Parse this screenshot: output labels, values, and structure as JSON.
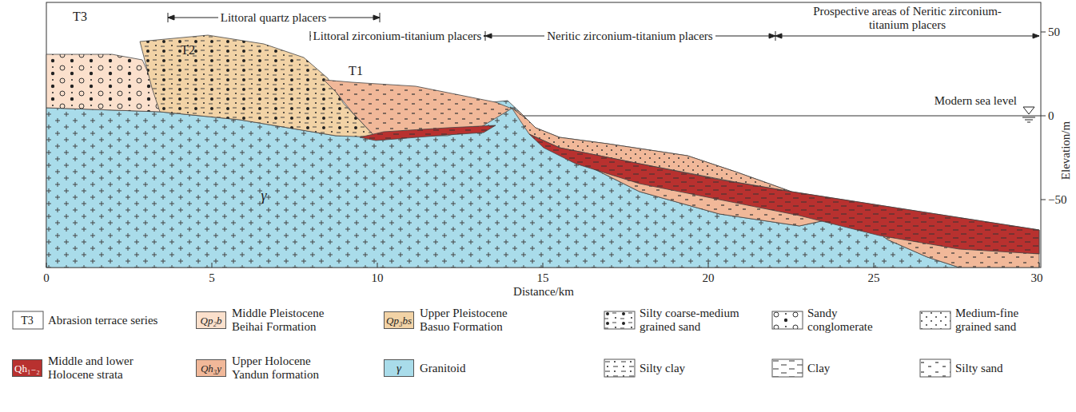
{
  "diagram": {
    "labels": [
      "T3",
      "T2",
      "T1",
      "Littoral quartz placers",
      "Littoral zirconium-titanium placers",
      "Neritic zirconium-titanium placers",
      "Prospective areas of Neritic zirconium-titanium placers",
      "Modern sea level",
      "γ",
      "0",
      "5",
      "10",
      "15",
      "20",
      "25",
      "30",
      "Distance/km",
      "50",
      "0",
      "−50",
      "Elevation/m",
      "T3",
      "Qp₂b",
      "Qp₃bs",
      "Qh₁₋₂",
      "Qh₃y",
      "γ"
    ],
    "legend": [
      {
        "text": "Abrasion terrace series"
      },
      {
        "text": "Middle Pleistocene Beihai Formation",
        "color": "#fbe0cc"
      },
      {
        "text": "Upper Pleistocene Basuo Formation",
        "color": "#f2d3a6"
      },
      {
        "text": "Silty coarse-medium grained sand"
      },
      {
        "text": "Sandy conglomerate"
      },
      {
        "text": "Medium-fine grained sand"
      },
      {
        "text": "Middle and lower Holocene strata",
        "color": "#b8312f"
      },
      {
        "text": "Upper Holocene Yandun formation",
        "color": "#f1b899"
      },
      {
        "text": "Granitoid",
        "color": "#a9dcea"
      },
      {
        "text": "Silty clay"
      },
      {
        "text": "Clay"
      },
      {
        "text": "Silty sand"
      }
    ]
  }
}
